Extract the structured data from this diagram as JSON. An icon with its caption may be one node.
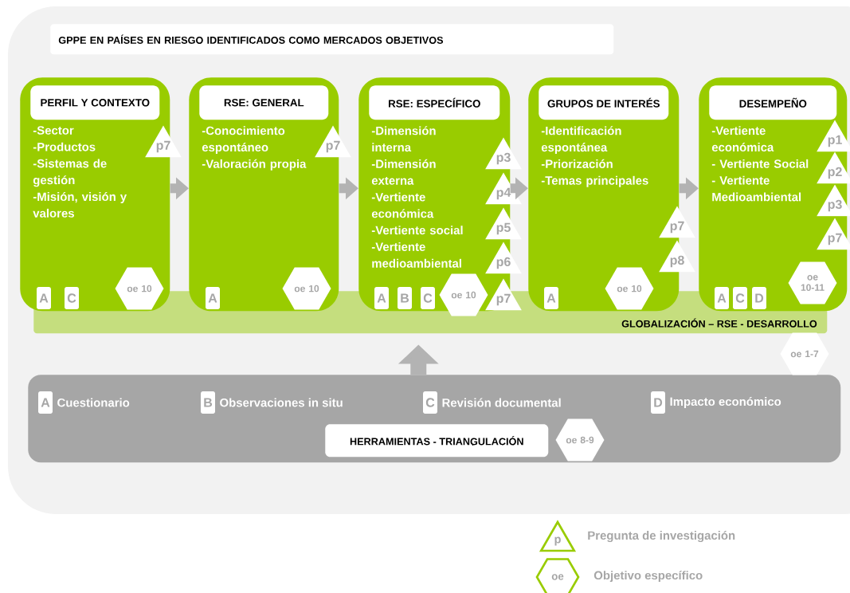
{
  "diagram": {
    "nodes": [
      {
        "text": [
          "GPPE EN PAÍSES EN RIESGO IDENTIFICADOS COMO MERCADOS OBJETIVOS"
        ]
      },
      {
        "text": [
          "PERFIL Y CONTEXTO",
          "-Sector",
          "-Productos",
          "-Sistemas de gestión",
          "-Misión, visión y valores"
        ]
      },
      {
        "text": [
          "A"
        ],
        "in": 1
      },
      {
        "text": [
          "C"
        ],
        "in": 1
      },
      {
        "text": [
          "oe 10"
        ],
        "in": 1
      },
      {
        "text": [
          "p7"
        ]
      },
      {
        "text": [
          "RSE: GENERAL",
          "-Conocimiento espontáneo",
          "-Valoración propia"
        ]
      },
      {
        "text": [
          "A"
        ],
        "in": 6
      },
      {
        "text": [
          "oe 10"
        ],
        "in": 6
      },
      {
        "text": [
          "p7"
        ]
      },
      {
        "text": [
          "RSE: ESPECÍFICO",
          "-Dimensión interna",
          "-Dimensión externa",
          "-Vertiente económica",
          "-Vertiente social",
          "-Vertiente medioambiental"
        ]
      },
      {
        "text": [
          "A"
        ],
        "in": 10
      },
      {
        "text": [
          "B"
        ],
        "in": 10
      },
      {
        "text": [
          "C"
        ],
        "in": 10
      },
      {
        "text": [
          "oe 10"
        ],
        "in": 10
      },
      {
        "text": [
          "p3"
        ]
      },
      {
        "text": [
          "p4"
        ]
      },
      {
        "text": [
          "p5"
        ]
      },
      {
        "text": [
          "p6"
        ]
      },
      {
        "text": [
          "p7"
        ]
      },
      {
        "text": [
          "GRUPOS DE INTERÉS",
          "-Identificación espontánea",
          "-Priorización",
          "-Temas principales"
        ]
      },
      {
        "text": [
          "A"
        ],
        "in": 20
      },
      {
        "text": [
          "oe 10"
        ],
        "in": 20
      },
      {
        "text": [
          "p7"
        ]
      },
      {
        "text": [
          "p8"
        ]
      },
      {
        "text": [
          "DESEMPEÑO",
          "-Vertiente económica",
          "- Vertiente Social",
          "- Vertiente Medioambiental"
        ]
      },
      {
        "text": [
          "A"
        ],
        "in": 25
      },
      {
        "text": [
          "C"
        ],
        "in": 25
      },
      {
        "text": [
          "D"
        ],
        "in": 25
      },
      {
        "text": [
          "oe 10-11"
        ],
        "in": 25
      },
      {
        "text": [
          "p1"
        ]
      },
      {
        "text": [
          "p2"
        ]
      },
      {
        "text": [
          "p3"
        ]
      },
      {
        "text": [
          "p7"
        ]
      },
      {
        "text": [
          "GLOBALIZACIÓN – RSE - DESARROLLO"
        ]
      },
      {
        "text": [
          "oe 1-7"
        ]
      },
      {
        "text": [
          "HERRAMIENTAS - TRIANGULACIÓN"
        ]
      },
      {
        "text": [
          "A"
        ],
        "in": 36,
        "beside": [
          "Cuestionario"
        ]
      },
      {
        "text": [
          "B"
        ],
        "in": 36,
        "beside": [
          "Observaciones in situ"
        ]
      },
      {
        "text": [
          "C"
        ],
        "in": 36,
        "beside": [
          "Revisión documental"
        ]
      },
      {
        "text": [
          "D"
        ],
        "in": 36,
        "beside": [
          "Impacto económico"
        ]
      },
      {
        "text": [
          "oe 8-9"
        ],
        "in": 36
      }
    ],
    "edges": [
      {
        "from": 1,
        "to": 6,
        "arrow": "to"
      },
      {
        "from": 6,
        "to": 10,
        "arrow": "to"
      },
      {
        "from": 10,
        "to": 20,
        "arrow": "to"
      },
      {
        "from": 20,
        "to": 25,
        "arrow": "to"
      },
      {
        "from": 36,
        "to": 34,
        "arrow": "to"
      }
    ],
    "labels": [
      "p",
      "oe"
    ],
    "legend": [
      {
        "text": "Pregunta de investigación"
      },
      {
        "text": "Objetivo específico"
      }
    ]
  }
}
